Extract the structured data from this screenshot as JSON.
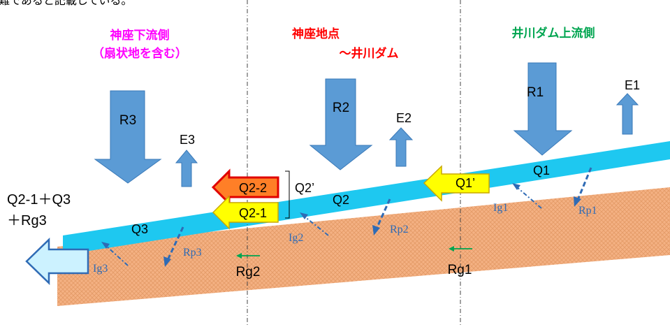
{
  "header_text": "難であると記載している。",
  "regions": {
    "downstream": {
      "line1": "神座下流側",
      "line2": "（扇状地を含む）",
      "color": "#ff00ff"
    },
    "middle": {
      "line1": "神座地点",
      "line2": "～井川ダム",
      "color": "#ff0000"
    },
    "upstream": {
      "line1": "井川ダム上流側",
      "color": "#00a550"
    }
  },
  "rain_labels": [
    "R1",
    "R2",
    "R3"
  ],
  "evap_labels": [
    "E1",
    "E2",
    "E3"
  ],
  "flow_labels": [
    "Q1",
    "Q2",
    "Q3"
  ],
  "transfer_labels": {
    "q1p": "Q1’",
    "q2_2": "Q2-2",
    "q2_1": "Q2-1",
    "q2p": "Q2’"
  },
  "infiltration_labels": [
    "Rp1",
    "Rp2",
    "Rp3"
  ],
  "groundwater_labels": [
    "Ig1",
    "Ig2",
    "Ig3"
  ],
  "rg_labels": [
    "Rg1",
    "Rg2"
  ],
  "outflow": {
    "line1": "Q2-1＋Q3",
    "line2": "＋Rg3"
  },
  "colors": {
    "river": "#1ec8f0",
    "soil": "#f4b183",
    "arrow_blue": "#5b9bd5",
    "yellow": "#ffff00",
    "red": "#ff0000",
    "green": "#00a550"
  }
}
